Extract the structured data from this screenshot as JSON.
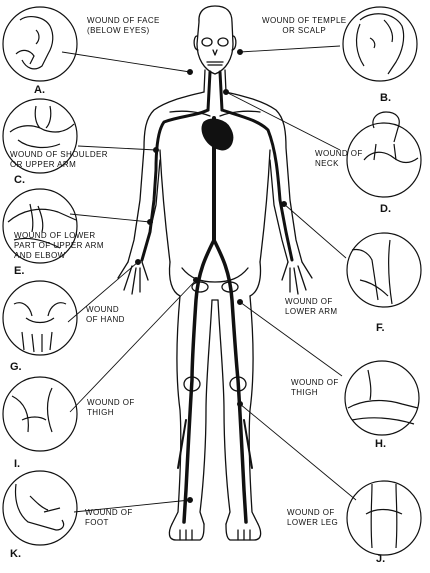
{
  "diagram": {
    "panels": [
      {
        "id": "A",
        "letter": "A.",
        "label": "WOUND OF FACE\n(BELOW EYES)"
      },
      {
        "id": "B",
        "letter": "B.",
        "label": "WOUND OF TEMPLE\nOR SCALP"
      },
      {
        "id": "C",
        "letter": "C.",
        "label": "WOUND OF SHOULDER\nOR UPPER ARM"
      },
      {
        "id": "D",
        "letter": "D.",
        "label": "WOUND OF\nNECK"
      },
      {
        "id": "E",
        "letter": "E.",
        "label": "WOUND OF LOWER\nPART OF UPPER ARM\nAND ELBOW"
      },
      {
        "id": "F",
        "letter": "F.",
        "label": "WOUND OF\nLOWER ARM"
      },
      {
        "id": "G",
        "letter": "G.",
        "label": "WOUND\nOF HAND"
      },
      {
        "id": "H",
        "letter": "H.",
        "label": "WOUND OF\nTHIGH"
      },
      {
        "id": "I",
        "letter": "I.",
        "label": "WOUND OF\nTHIGH"
      },
      {
        "id": "J",
        "letter": "J.",
        "label": "WOUND OF\nLOWER LEG"
      },
      {
        "id": "K",
        "letter": "K.",
        "label": "WOUND OF\nFOOT"
      }
    ]
  },
  "colors": {
    "ink": "#111111",
    "vessel": "#111111",
    "paper": "#ffffff"
  }
}
